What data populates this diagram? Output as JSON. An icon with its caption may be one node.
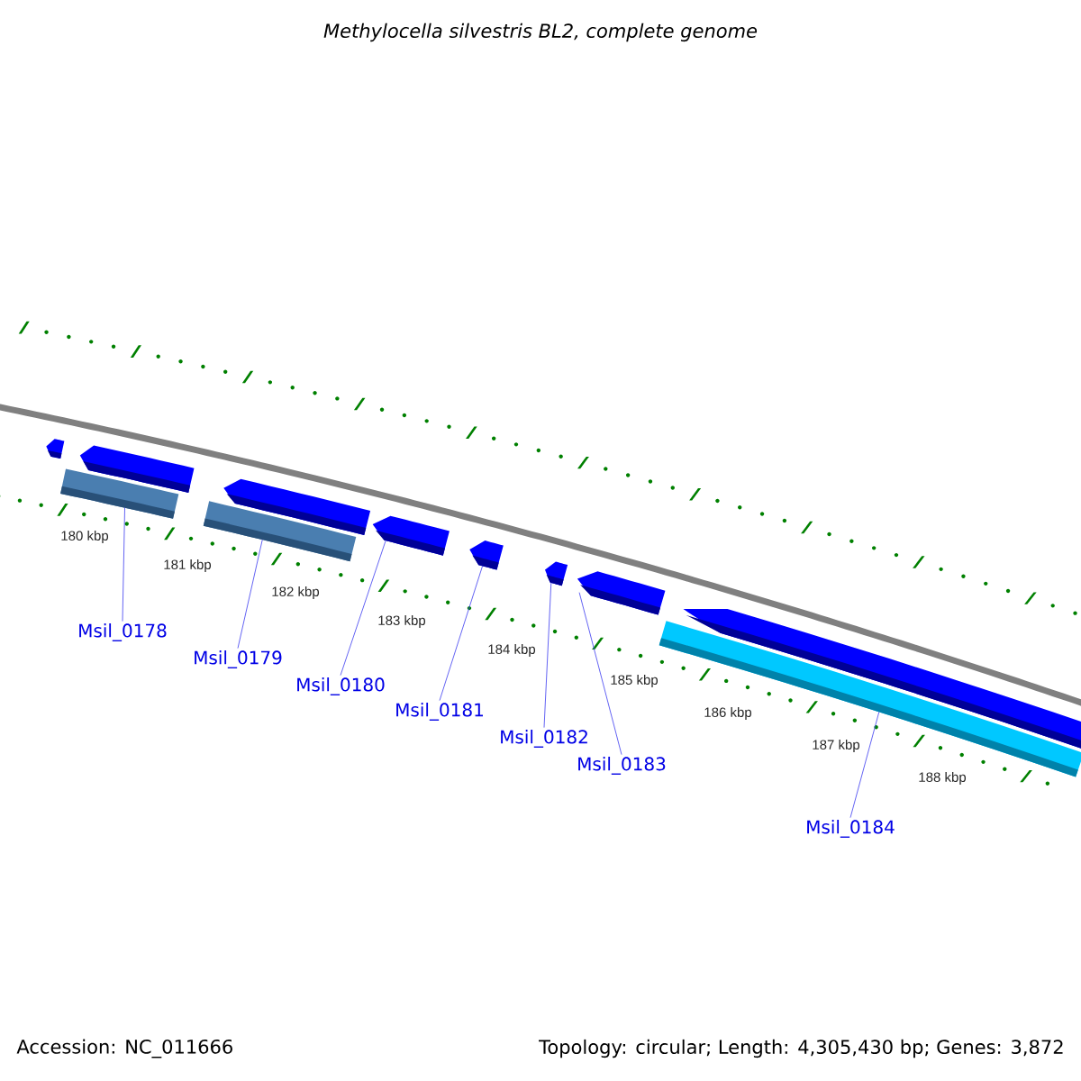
{
  "diagram": {
    "title": "Methylocella silvestris BL2, complete genome",
    "nodes": [
      {
        "text": [
          "Msil_0178"
        ]
      },
      {
        "text": [
          "Msil_0179"
        ]
      },
      {
        "text": [
          "Msil_0180"
        ]
      },
      {
        "text": [
          "Msil_0181"
        ]
      },
      {
        "text": [
          "Msil_0182"
        ]
      },
      {
        "text": [
          "Msil_0183"
        ]
      },
      {
        "text": [
          "Msil_0184"
        ]
      },
      {
        "text": [],
        "shape": "bar"
      },
      {
        "text": [],
        "shape": "bar"
      },
      {
        "text": [],
        "shape": "bar"
      },
      {
        "text": [],
        "shape": "bar"
      },
      {
        "text": [],
        "shape": "bar"
      },
      {
        "text": [],
        "shape": "bar"
      },
      {
        "text": [],
        "shape": "bar"
      },
      {
        "text": [],
        "shape": "bar"
      },
      {
        "text": [],
        "shape": "bar"
      },
      {
        "text": [],
        "shape": "bar"
      },
      {
        "text": [],
        "shape": "bar"
      }
    ],
    "edges": [
      {
        "from": 0,
        "to": 8,
        "arrow": "none"
      },
      {
        "from": 1,
        "to": 10,
        "arrow": "none"
      },
      {
        "from": 2,
        "to": 12,
        "arrow": "none"
      },
      {
        "from": 3,
        "to": 13,
        "arrow": "none"
      },
      {
        "from": 4,
        "to": 14,
        "arrow": "none"
      },
      {
        "from": 5,
        "to": 15,
        "arrow": "none"
      },
      {
        "from": 6,
        "to": 16,
        "arrow": "none"
      }
    ],
    "labels": [
      "180 kbp",
      "181 kbp",
      "182 kbp",
      "183 kbp",
      "184 kbp",
      "185 kbp",
      "186 kbp",
      "187 kbp",
      "188 kbp",
      "Accession: NC_011666",
      "Topology: circular; Length: 4,305,430 bp; Genes: 3,872"
    ]
  }
}
